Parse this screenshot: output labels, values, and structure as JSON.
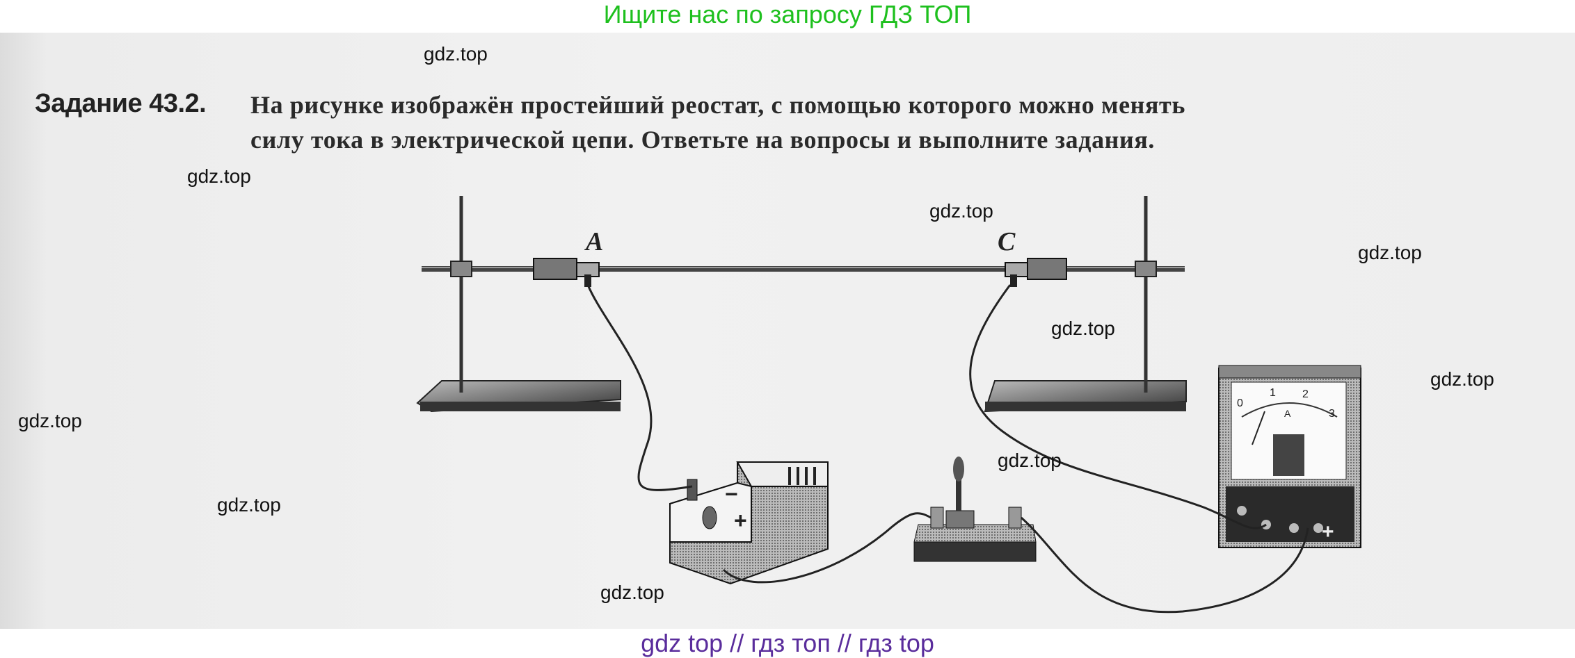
{
  "header": {
    "banner": "Ищите нас по запросу ГДЗ ТОП"
  },
  "task": {
    "title": "Задание 43.2.",
    "lines": [
      "На рисунке изображён простейший реостат, с помощью которого можно менять",
      "силу тока в электрической цепи. Ответьте на вопросы и выполните задания."
    ]
  },
  "figure": {
    "labels": {
      "a": "A",
      "c": "C"
    },
    "ammeter": {
      "scale": [
        "0",
        "1",
        "2",
        "3"
      ],
      "unit": "A"
    },
    "power_supply": {
      "minus": "−",
      "plus": "+"
    }
  },
  "watermarks": [
    "gdz.top",
    "gdz.top",
    "gdz.top",
    "gdz.top",
    "gdz.top",
    "gdz.top",
    "gdz.top",
    "gdz.top",
    "gdz.top",
    "gdz.top"
  ],
  "footer": {
    "banner": "gdz top  //  гдз топ  //  гдз top"
  },
  "colors": {
    "banner_green": "#1ec01e",
    "banner_purple": "#5a2d9c"
  }
}
